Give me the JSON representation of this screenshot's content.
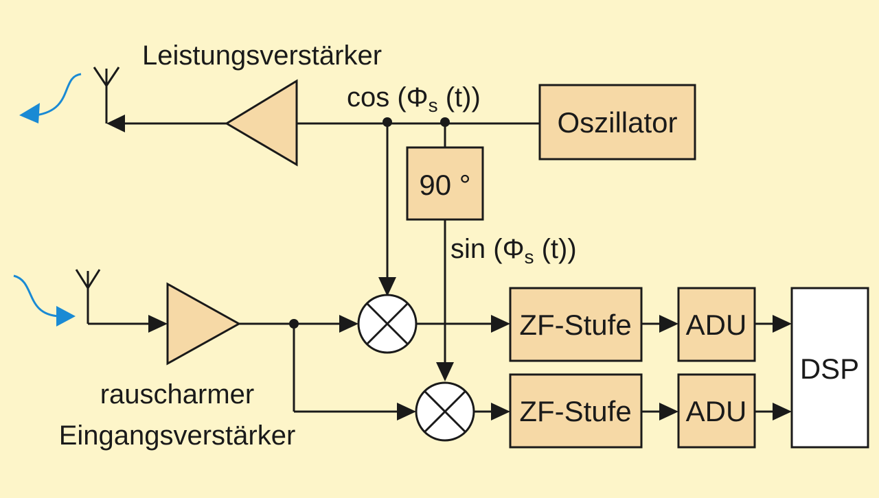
{
  "labels": {
    "power_amp": "Leistungsverstärker",
    "cos_signal": "cos (Φ",
    "cos_sub": "s",
    "cos_tail": " (t))",
    "sin_signal": "sin (Φ",
    "sin_sub": "s",
    "sin_tail": " (t))",
    "lna_line1": "rauscharmer",
    "lna_line2": "Eingangsverstärker"
  },
  "blocks": {
    "oscillator": "Oszillator",
    "phase_shift": "90 °",
    "if_stage_1": "ZF-Stufe",
    "if_stage_2": "ZF-Stufe",
    "adc_1": "ADU",
    "adc_2": "ADU",
    "dsp": "DSP"
  },
  "colors": {
    "background": "#fdf5c9",
    "block_fill": "#f6d9a6",
    "wave": "#1a8ad4"
  }
}
